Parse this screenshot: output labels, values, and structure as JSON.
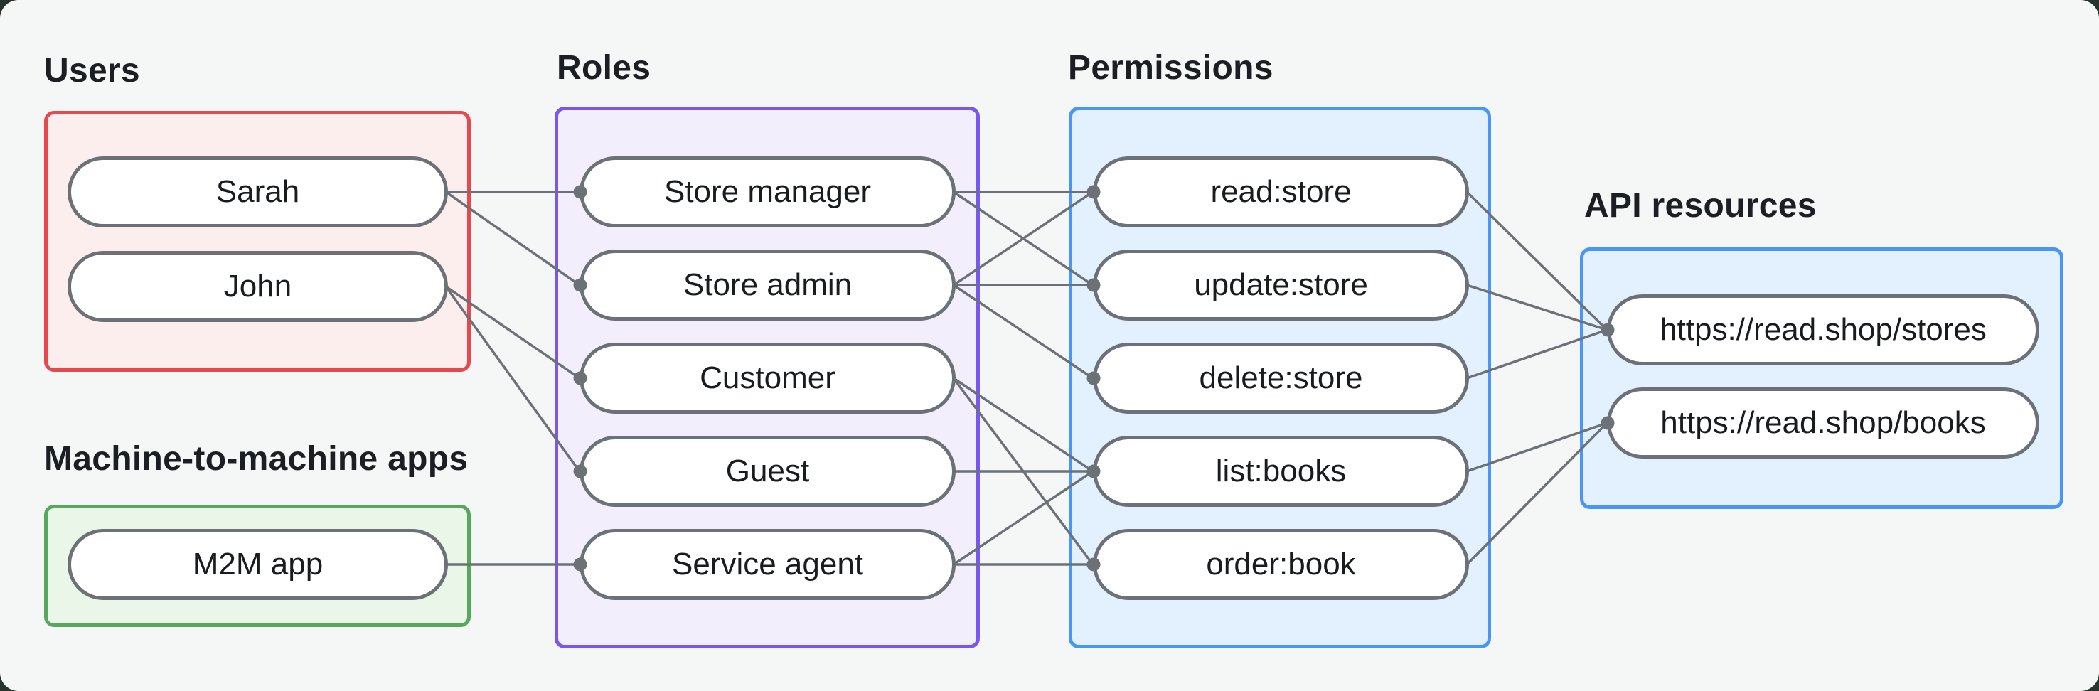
{
  "diagram": {
    "groups": {
      "users": {
        "label": "Users",
        "border_color": "#e5484d",
        "fill_color": "#fdeeee",
        "items": [
          {
            "id": "sarah",
            "label": "Sarah"
          },
          {
            "id": "john",
            "label": "John"
          }
        ]
      },
      "m2m": {
        "label": "Machine-to-machine apps",
        "border_color": "#57a85e",
        "fill_color": "#eaf6e8",
        "items": [
          {
            "id": "m2m-app",
            "label": "M2M app"
          }
        ]
      },
      "roles": {
        "label": "Roles",
        "border_color": "#7857f0",
        "fill_color": "#f3eefc",
        "items": [
          {
            "id": "store-manager",
            "label": "Store manager"
          },
          {
            "id": "store-admin",
            "label": "Store admin"
          },
          {
            "id": "customer",
            "label": "Customer"
          },
          {
            "id": "guest",
            "label": "Guest"
          },
          {
            "id": "service-agent",
            "label": "Service agent"
          }
        ]
      },
      "permissions": {
        "label": "Permissions",
        "border_color": "#4897f7",
        "fill_color": "#e3f0fd",
        "items": [
          {
            "id": "read-store",
            "label": "read:store"
          },
          {
            "id": "update-store",
            "label": "update:store"
          },
          {
            "id": "delete-store",
            "label": "delete:store"
          },
          {
            "id": "list-books",
            "label": "list:books"
          },
          {
            "id": "order-book",
            "label": "order:book"
          }
        ]
      },
      "api_resources": {
        "label": "API resources",
        "border_color": "#4897f7",
        "fill_color": "#e3f0fd",
        "items": [
          {
            "id": "stores",
            "label": "https://read.shop/stores"
          },
          {
            "id": "books",
            "label": "https://read.shop/books"
          }
        ]
      }
    },
    "edges": [
      [
        "sarah",
        "store-manager"
      ],
      [
        "sarah",
        "store-admin"
      ],
      [
        "john",
        "customer"
      ],
      [
        "john",
        "guest"
      ],
      [
        "m2m-app",
        "service-agent"
      ],
      [
        "store-manager",
        "read-store"
      ],
      [
        "store-manager",
        "update-store"
      ],
      [
        "store-admin",
        "read-store"
      ],
      [
        "store-admin",
        "update-store"
      ],
      [
        "store-admin",
        "delete-store"
      ],
      [
        "customer",
        "list-books"
      ],
      [
        "customer",
        "order-book"
      ],
      [
        "guest",
        "list-books"
      ],
      [
        "service-agent",
        "list-books"
      ],
      [
        "service-agent",
        "order-book"
      ],
      [
        "read-store",
        "stores"
      ],
      [
        "update-store",
        "stores"
      ],
      [
        "delete-store",
        "stores"
      ],
      [
        "list-books",
        "books"
      ],
      [
        "order-book",
        "books"
      ]
    ],
    "colors": {
      "canvas_background": "#f5f7f6",
      "page_background": "#27332c",
      "connector": "#6b7176",
      "node_border": "#6b7176",
      "node_fill": "#ffffff",
      "text": "#191c1f",
      "heading_text": "#1b1f23"
    }
  }
}
